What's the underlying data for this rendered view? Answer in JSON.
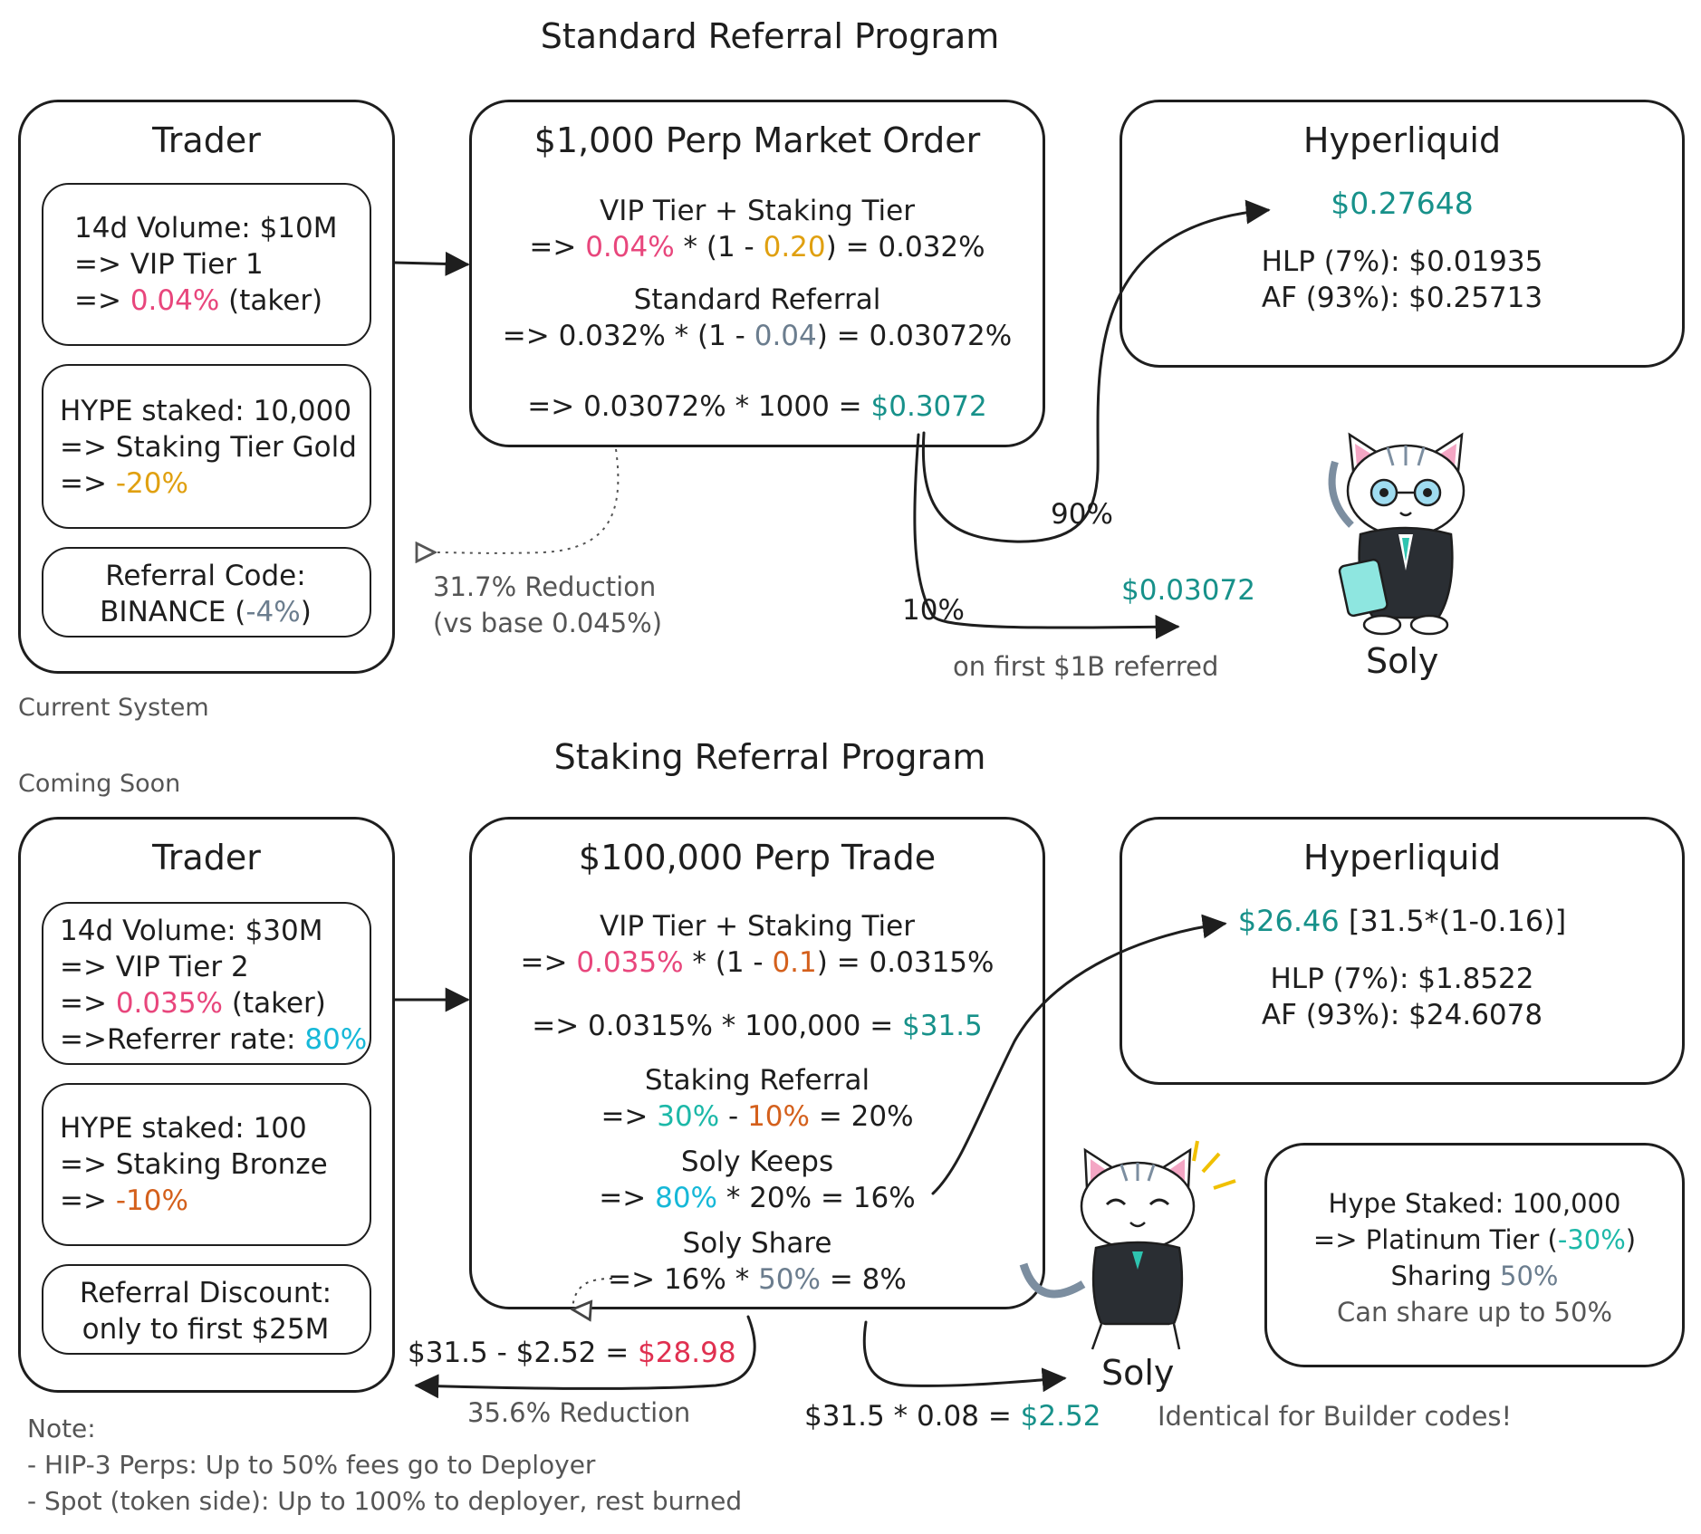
{
  "titles": {
    "standard": "Standard Referral Program",
    "staking": "Staking Referral Program",
    "current_system": "Current System",
    "coming_soon": "Coming Soon"
  },
  "top": {
    "trader": {
      "title": "Trader",
      "volume": {
        "line1": "14d Volume: $10M",
        "line2": "=> VIP Tier 1",
        "line3_prefix": "=> ",
        "line3_rate": "0.04%",
        "line3_suffix": " (taker)"
      },
      "staked": {
        "line1": "HYPE staked: 10,000",
        "line2": "=> Staking Tier Gold",
        "line3_prefix": "=> ",
        "line3_value": "-20%"
      },
      "referral": {
        "line1": "Referral Code:",
        "line2_prefix": "BINANCE (",
        "line2_value": "-4%",
        "line2_suffix": ")"
      }
    },
    "order": {
      "title": "$1,000 Perp Market Order",
      "vip_heading": "VIP Tier + Staking Tier",
      "vip_prefix": "=> ",
      "vip_rate": "0.04%",
      "vip_mid": " * (1 - ",
      "vip_discount": "0.20",
      "vip_suffix": ") = 0.032%",
      "ref_heading": "Standard Referral",
      "ref_prefix": "=> 0.032% * (1 - ",
      "ref_discount": "0.04",
      "ref_suffix": ") = 0.03072%",
      "total_prefix": "=> 0.03072% * 1000 = ",
      "total_value": "$0.3072"
    },
    "hyperliquid": {
      "title": "Hyperliquid",
      "amount": "$0.27648",
      "hlp": "HLP (7%): $0.01935",
      "af": "AF (93%): $0.25713"
    },
    "flow": {
      "split_90": "90%",
      "split_10": "10%",
      "referrer_amount": "$0.03072",
      "referrer_note": "on first $1B referred",
      "reduction_line1": "31.7% Reduction",
      "reduction_line2": "(vs base 0.045%)"
    },
    "mascot_label": "Soly"
  },
  "bottom": {
    "trader": {
      "title": "Trader",
      "volume": {
        "line1": "14d Volume: $30M",
        "line2": "=> VIP Tier 2",
        "line3_prefix": "=> ",
        "line3_rate": "0.035%",
        "line3_suffix": " (taker)",
        "line4_prefix": "=>Referrer rate: ",
        "line4_value": "80%"
      },
      "staked": {
        "line1": "HYPE staked: 100",
        "line2": "=> Staking Bronze",
        "line3_prefix": "=> ",
        "line3_value": "-10%"
      },
      "discount": {
        "line1": "Referral Discount:",
        "line2": "only to first $25M"
      }
    },
    "trade": {
      "title": "$100,000 Perp Trade",
      "vip_heading": "VIP Tier + Staking Tier",
      "vip_prefix": "=> ",
      "vip_rate": "0.035%",
      "vip_mid": " * (1 - ",
      "vip_discount": "0.1",
      "vip_suffix": ") = 0.0315%",
      "total_prefix": "=> 0.0315% * 100,000 = ",
      "total_value": "$31.5",
      "staking_heading": "Staking Referral",
      "staking_prefix": "=> ",
      "staking_a": "30%",
      "staking_mid": " - ",
      "staking_b": "10%",
      "staking_suffix": " = 20%",
      "keeps_heading": "Soly Keeps",
      "keeps_prefix": "=> ",
      "keeps_a": "80%",
      "keeps_suffix": " * 20% = 16%",
      "share_heading": "Soly Share",
      "share_prefix": "=> 16% * ",
      "share_a": "50%",
      "share_suffix": " = 8%"
    },
    "hyperliquid": {
      "title": "Hyperliquid",
      "amount": "$26.46",
      "formula": " [31.5*(1-0.16)]",
      "hlp": "HLP (7%): $1.8522",
      "af": "AF (93%): $24.6078"
    },
    "soly_box": {
      "line1": "Hype Staked: 100,000",
      "line2_prefix": "=> Platinum Tier (",
      "line2_value": "-30%",
      "line2_suffix": ")",
      "line3_prefix": "Sharing ",
      "line3_value": "50%",
      "line4": "Can share up to 50%"
    },
    "flow": {
      "net_prefix": "$31.5 - $2.52 = ",
      "net_value": "$28.98",
      "reduction": "35.6% Reduction",
      "rebate_prefix": "$31.5 * 0.08 = ",
      "rebate_value": "$2.52",
      "builder_note": "Identical for Builder codes!"
    },
    "mascot_label": "Soly"
  },
  "note": {
    "heading": "Note:",
    "line1": "- HIP-3 Perps: Up to 50% fees go to Deployer",
    "line2": "- Spot (token side): Up to 100% to deployer, rest burned"
  },
  "colors": {
    "pink": "#e8467c",
    "gold": "#e0a010",
    "orange": "#d4601c",
    "teal": "#17918a",
    "slate": "#6b7d8e",
    "cyan": "#16b8d8",
    "red": "#e03050"
  },
  "mascots": [
    "cat-mascot-glasses-icon",
    "cat-mascot-waving-icon"
  ]
}
